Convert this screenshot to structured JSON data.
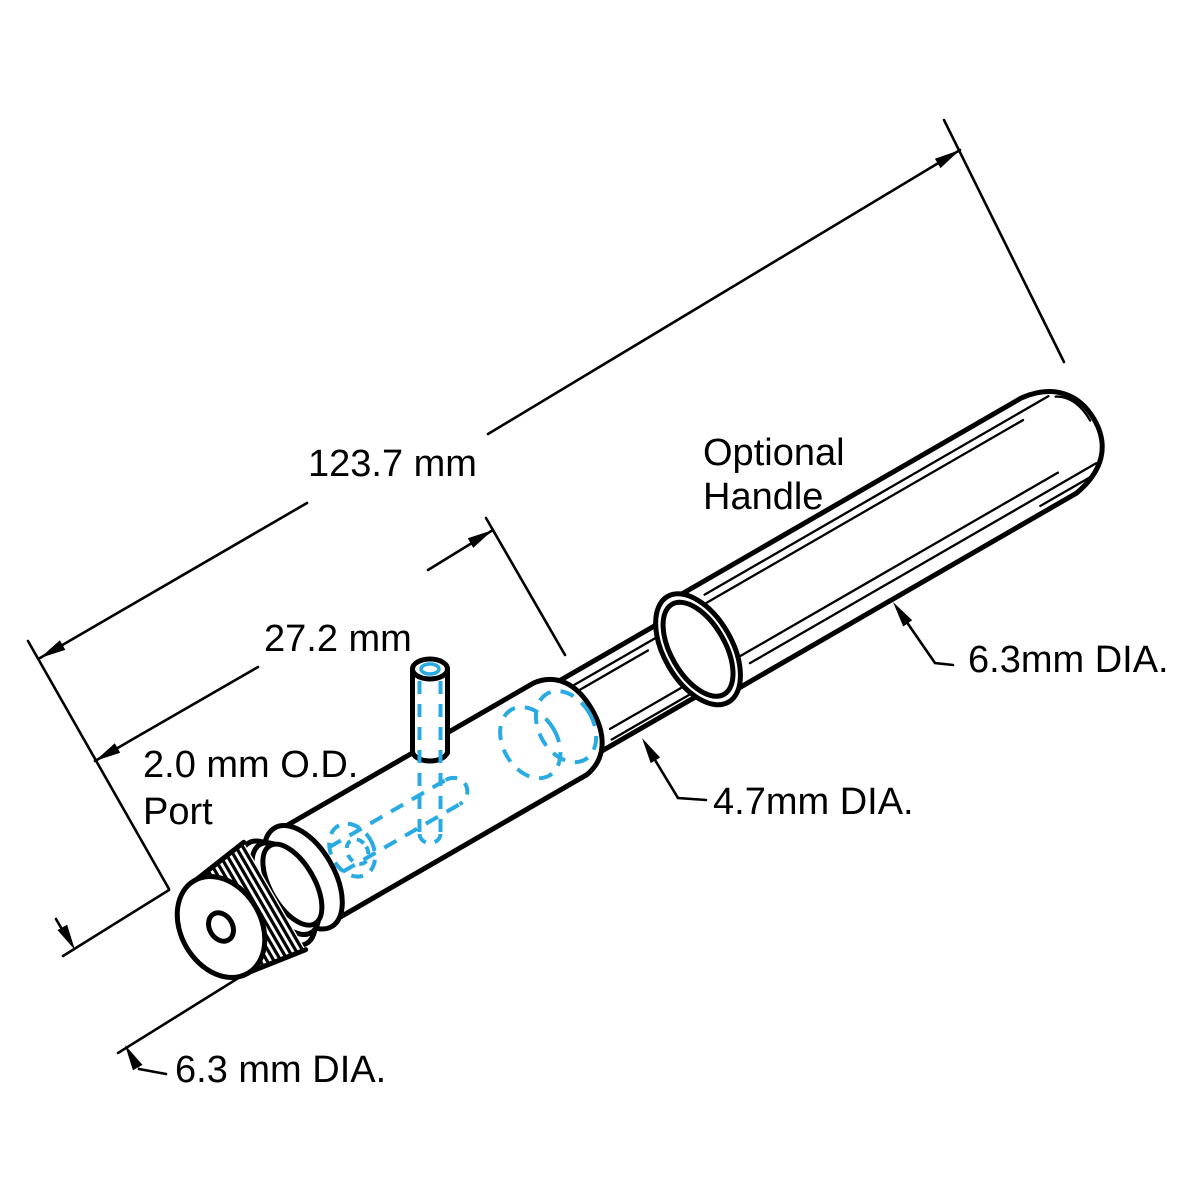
{
  "diagram": {
    "type": "engineering-drawing",
    "dimensions": {
      "overall_length": "123.7 mm",
      "body_length": "27.2 mm",
      "handle_diameter": "6.3mm DIA.",
      "shaft_diameter": "4.7mm DIA.",
      "knob_diameter": "6.3 mm DIA."
    },
    "labels": {
      "port_line1": "2.0 mm O.D.",
      "port_line2": "Port",
      "handle_line1": "Optional",
      "handle_line2": "Handle"
    },
    "colors": {
      "outline": "#000000",
      "hidden_line": "#29ABE2",
      "background": "#FFFFFF"
    }
  }
}
